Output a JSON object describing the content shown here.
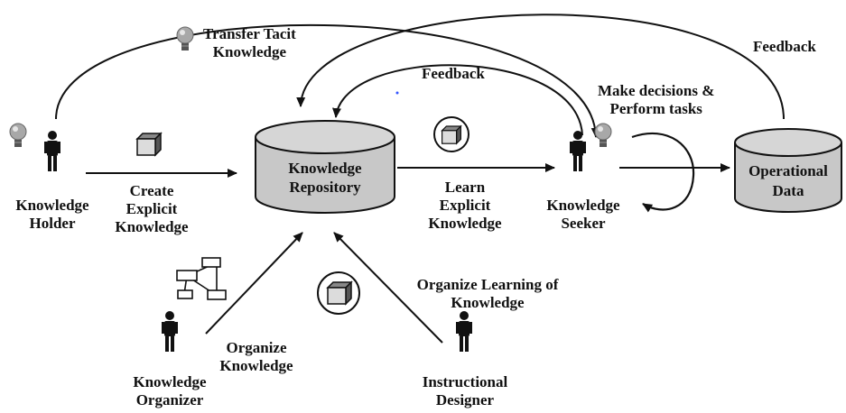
{
  "labels": {
    "transfer_tacit": [
      "Transfer Tacit",
      "Knowledge"
    ],
    "feedback_top": "Feedback",
    "feedback_inner": "Feedback",
    "make_decisions": [
      "Make decisions &",
      "Perform tasks"
    ],
    "knowledge_holder": [
      "Knowledge",
      "Holder"
    ],
    "create_explicit": [
      "Create",
      "Explicit",
      "Knowledge"
    ],
    "knowledge_repository": [
      "Knowledge",
      "Repository"
    ],
    "learn_explicit": [
      "Learn",
      "Explicit",
      "Knowledge"
    ],
    "knowledge_seeker": [
      "Knowledge",
      "Seeker"
    ],
    "operational_data": [
      "Operational",
      "Data"
    ],
    "organize_learning": [
      "Organize Learning of",
      "Knowledge"
    ],
    "organize_knowledge": [
      "Organize",
      "Knowledge"
    ],
    "knowledge_organizer": [
      "Knowledge",
      "Organizer"
    ],
    "instructional_designer": [
      "Instructional",
      "Designer"
    ]
  },
  "colors": {
    "cylinder_fill": "#c8c8c8",
    "line": "#111111",
    "bulb": "#9a9a9a"
  },
  "icons": [
    "lightbulb-icon",
    "person-icon",
    "document-box-icon",
    "network-icon"
  ]
}
